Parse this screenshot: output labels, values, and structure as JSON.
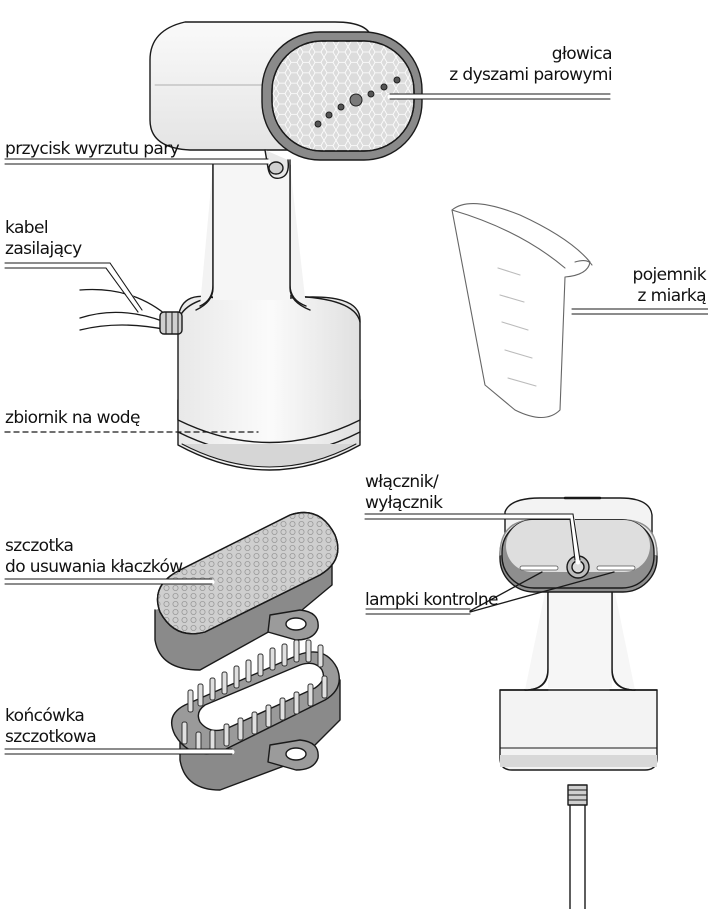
{
  "labels": {
    "head": [
      "głowica",
      "z dyszami parowymi"
    ],
    "steam_button": "przycisk wyrzutu pary",
    "power_cable": [
      "kabel",
      "zasilający"
    ],
    "water_tank": "zbiornik na wodę",
    "measuring_cup": [
      "pojemnik",
      "z miarką"
    ],
    "lint_brush": [
      "szczotka",
      "do usuwania kłaczków"
    ],
    "power_switch": [
      "włącznik/",
      "wyłącznik"
    ],
    "indicator_lights": "lampki kontrolne",
    "brush_attachment": [
      "końcówka",
      "szczotkowa"
    ]
  },
  "colors": {
    "stroke": "#1a1a1a",
    "body_light": "#f5f5f5",
    "body_shade": "#d9d9d9",
    "dark_gray": "#7a7a7a",
    "mid_gray": "#a8a8a8"
  }
}
